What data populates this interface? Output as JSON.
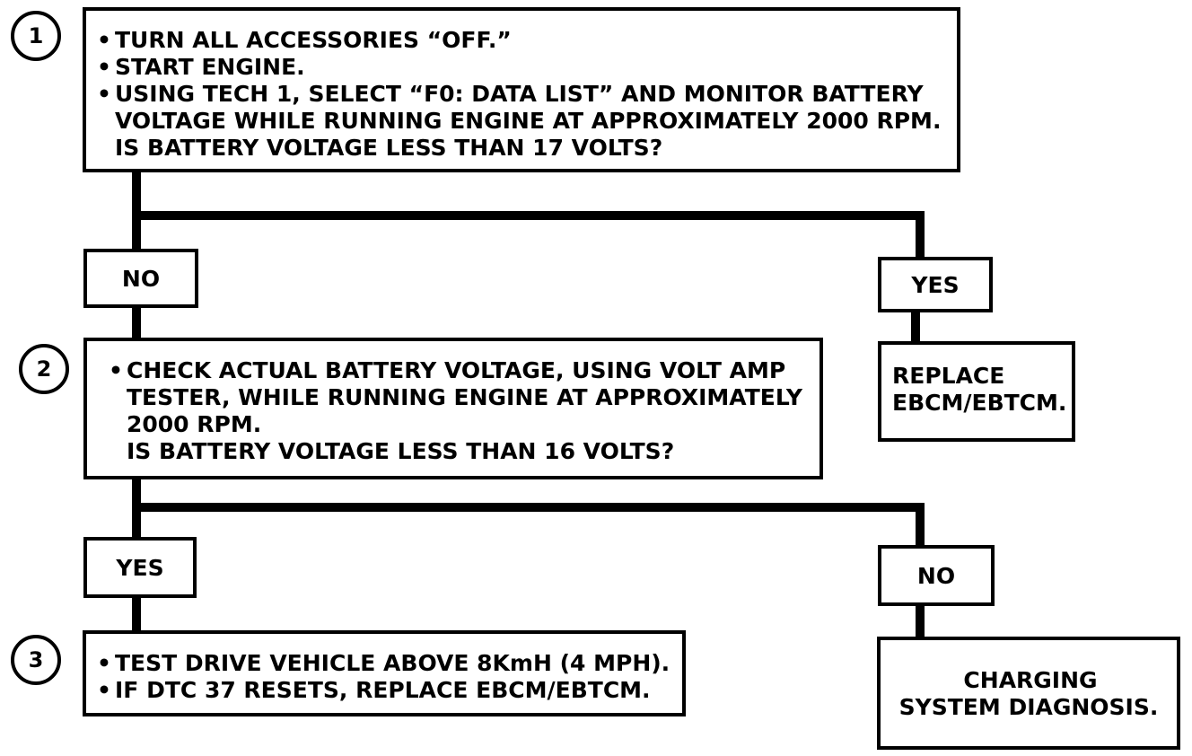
{
  "steps": {
    "s1": "1",
    "s2": "2",
    "s3": "3"
  },
  "box1": {
    "bullets": [
      "TURN ALL ACCESSORIES “OFF.”",
      "START ENGINE.",
      "USING TECH 1, SELECT “F0: DATA LIST” AND MONITOR BATTERY VOLTAGE WHILE RUNNING ENGINE AT APPROXIMATELY 2000 RPM."
    ],
    "question": "IS BATTERY VOLTAGE LESS THAN 17 VOLTS?"
  },
  "branch1": {
    "no": "NO",
    "yes": "YES"
  },
  "box2": {
    "bullets": [
      "CHECK ACTUAL BATTERY VOLTAGE, USING VOLT AMP TESTER, WHILE RUNNING ENGINE AT APPROXIMATELY 2000 RPM."
    ],
    "question": "IS BATTERY VOLTAGE LESS THAN 16 VOLTS?"
  },
  "replace_box": {
    "line1": "REPLACE",
    "line2": "EBCM/EBTCM."
  },
  "branch2": {
    "yes": "YES",
    "no": "NO"
  },
  "box3": {
    "bullets": [
      "TEST DRIVE VEHICLE ABOVE 8KmH (4 MPH).",
      "IF DTC 37 RESETS, REPLACE EBCM/EBTCM."
    ]
  },
  "charging_box": {
    "line1": "CHARGING",
    "line2": "SYSTEM DIAGNOSIS."
  },
  "colors": {
    "ink": "#000000",
    "paper": "#ffffff"
  }
}
